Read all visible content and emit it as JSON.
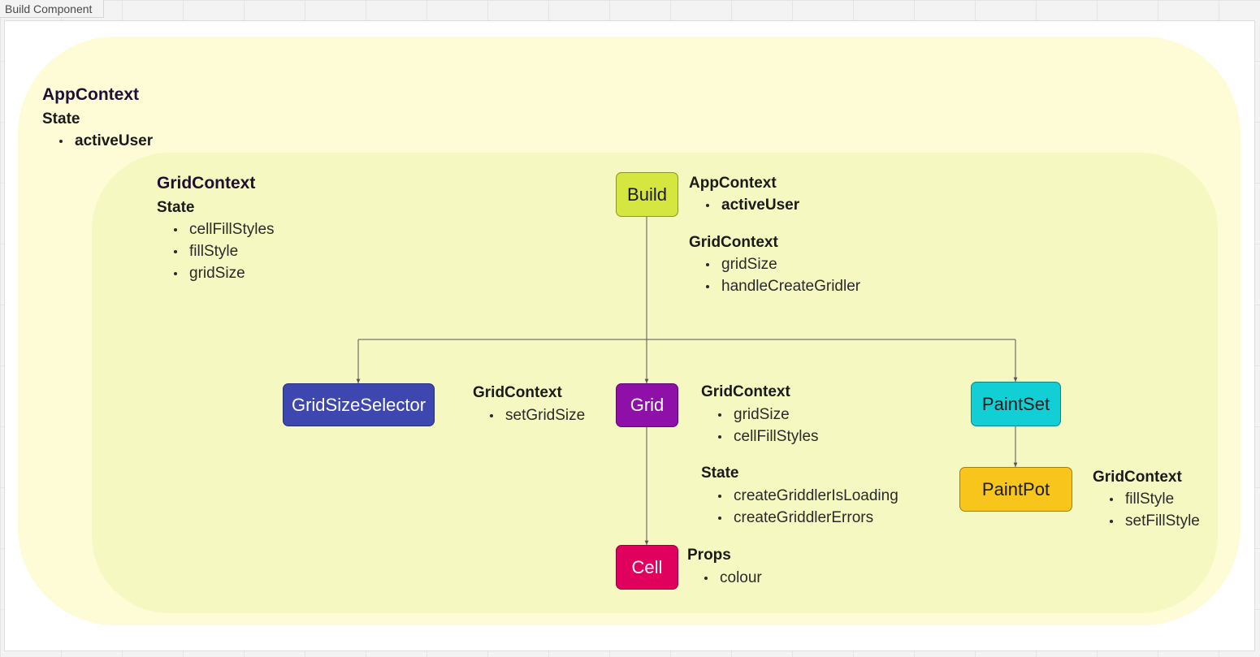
{
  "frame": {
    "title": "Build Component"
  },
  "app_context": {
    "title": "AppContext",
    "state_heading": "State",
    "state_items": [
      "activeUser"
    ]
  },
  "grid_context": {
    "title": "GridContext",
    "state_heading": "State",
    "state_items": [
      "cellFillStyles",
      "fillStyle",
      "gridSize"
    ]
  },
  "nodes": {
    "build": {
      "label": "Build",
      "color": "#d4e63f",
      "text_color": "#1a1a1a"
    },
    "grid_size_selector": {
      "label": "GridSizeSelector",
      "color": "#3e47b0",
      "text_color": "#ffffff"
    },
    "grid": {
      "label": "Grid",
      "color": "#8e10a8",
      "text_color": "#ffffff"
    },
    "paint_set": {
      "label": "PaintSet",
      "color": "#12cfd6",
      "text_color": "#1a1a1a"
    },
    "paint_pot": {
      "label": "PaintPot",
      "color": "#f8c51c",
      "text_color": "#1a1a1a"
    },
    "cell": {
      "label": "Cell",
      "color": "#e0005e",
      "text_color": "#ffffff"
    }
  },
  "annotations": {
    "build": {
      "app_context_heading": "AppContext",
      "app_context_items": [
        "activeUser"
      ],
      "grid_context_heading": "GridContext",
      "grid_context_items": [
        "gridSize",
        "handleCreateGridler"
      ]
    },
    "grid_size_selector": {
      "heading": "GridContext",
      "items": [
        "setGridSize"
      ]
    },
    "grid": {
      "grid_context_heading": "GridContext",
      "grid_context_items": [
        "gridSize",
        "cellFillStyles"
      ],
      "state_heading": "State",
      "state_items": [
        "createGriddlerIsLoading",
        "createGriddlerErrors"
      ]
    },
    "paint_pot": {
      "heading": "GridContext",
      "items": [
        "fillStyle",
        "setFillStyle"
      ]
    },
    "cell": {
      "heading": "Props",
      "items": [
        "colour"
      ]
    }
  },
  "colors": {
    "app_context_region": "#fdfcd6",
    "grid_context_region": "#f6f8c2",
    "connector": "#555555"
  }
}
